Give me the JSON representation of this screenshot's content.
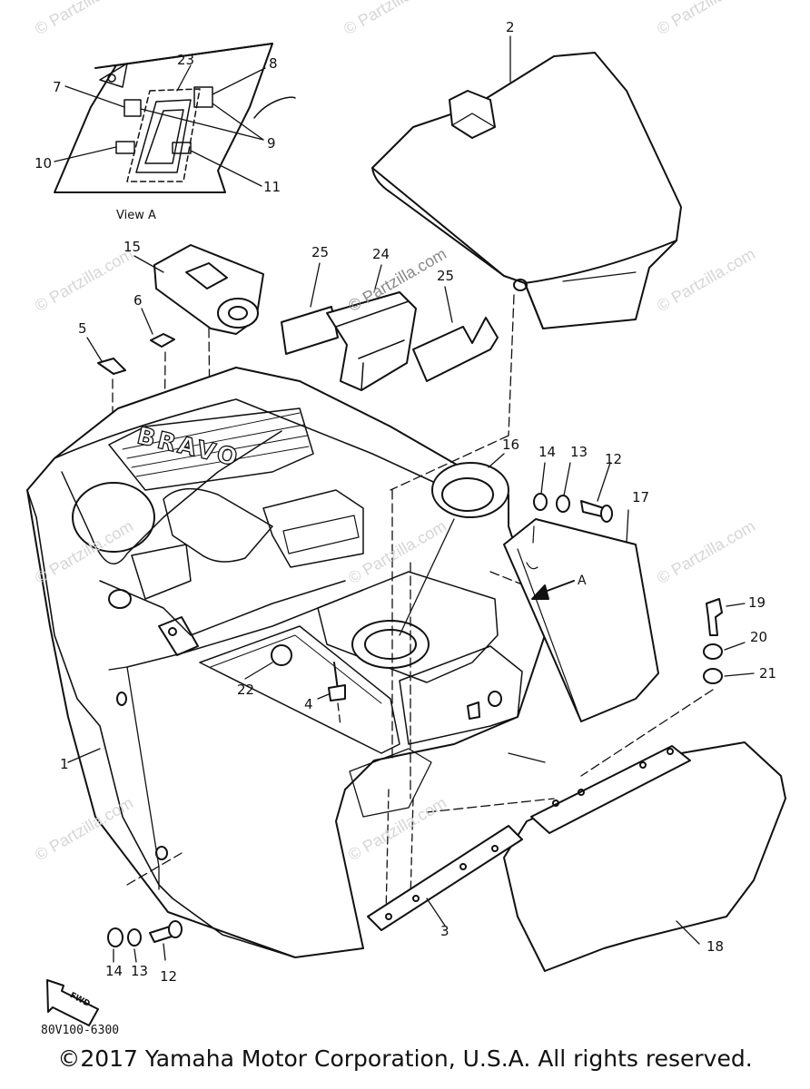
{
  "diagram": {
    "copyright": "©2017 Yamaha Motor Corporation, U.S.A. All rights reserved.",
    "diagram_code": "80V100-6300",
    "view_label": "View A",
    "arrow_label": "A",
    "direction_label": "FWD",
    "brand_emblem": "BRAVO",
    "watermarks": [
      "© Partzilla.com",
      "© Partzilla.com",
      "© Partzilla.com",
      "© Partzilla.com",
      "© Partzilla.com",
      "© Partzilla.com",
      "© Partzilla.com",
      "© Partzilla.com",
      "© Partzilla.com",
      "© Partzilla.com",
      "© Partzilla.com"
    ],
    "callouts": [
      "23",
      "8",
      "7",
      "9",
      "10",
      "11",
      "2",
      "15",
      "25",
      "24",
      "25",
      "6",
      "5",
      "16",
      "14",
      "13",
      "12",
      "17",
      "19",
      "20",
      "21",
      "22",
      "4",
      "1",
      "3",
      "18",
      "14",
      "13",
      "12"
    ]
  }
}
